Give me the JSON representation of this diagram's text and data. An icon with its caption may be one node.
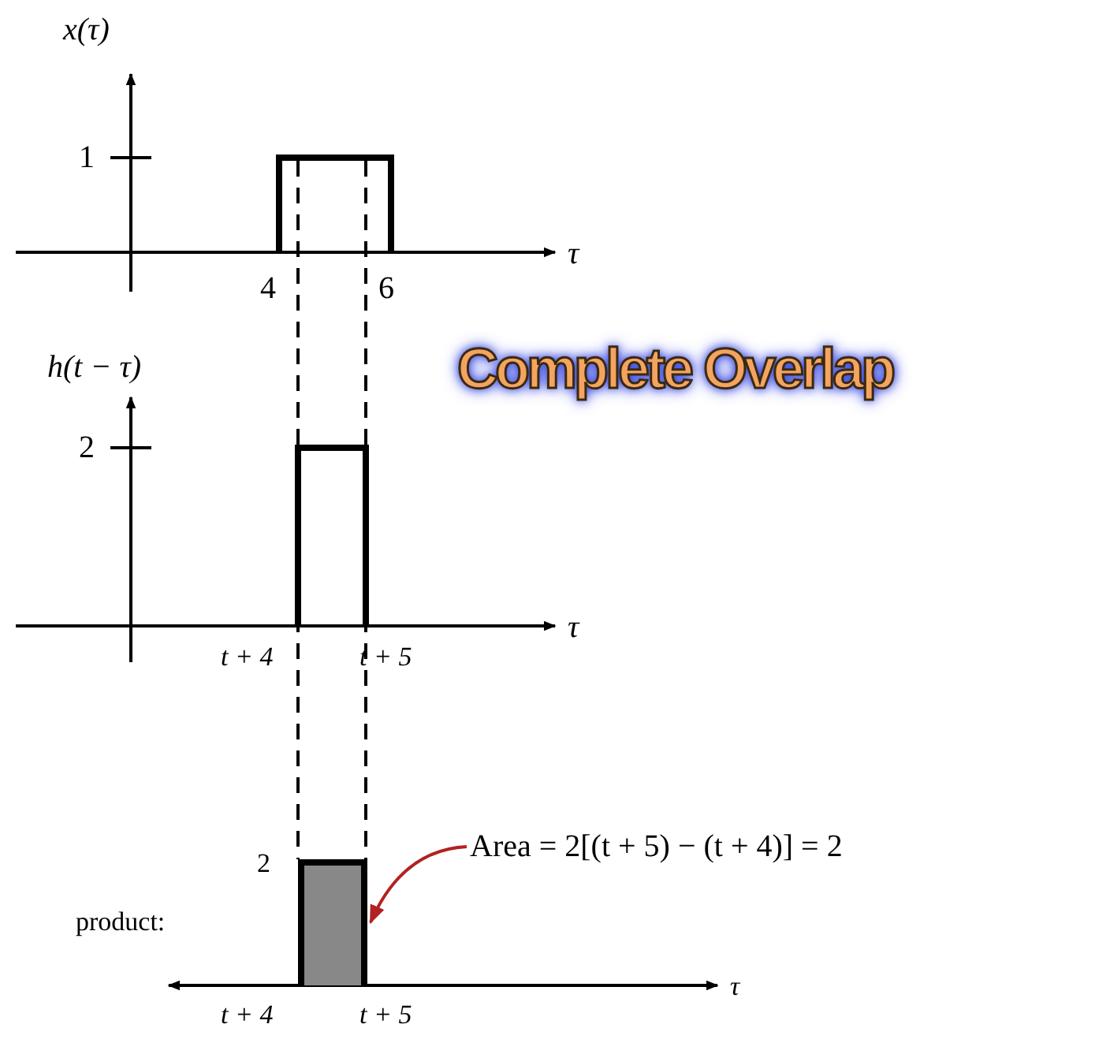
{
  "diagram": {
    "title": "Complete Overlap",
    "nodes": [
      {
        "text": [
          "Area = 2[(t + 5) − (t + 4)] = 2"
        ]
      },
      {
        "text": [],
        "shape": "box"
      }
    ],
    "edges": [
      {
        "from": 0,
        "to": 1,
        "arrow": "to"
      }
    ],
    "labels": [
      "x(τ)",
      "1",
      "4",
      "6",
      "τ",
      "h(t − τ)",
      "2",
      "t + 4",
      "t + 5",
      "τ",
      "2",
      "product:",
      "t + 4",
      "t + 5",
      "τ"
    ]
  }
}
